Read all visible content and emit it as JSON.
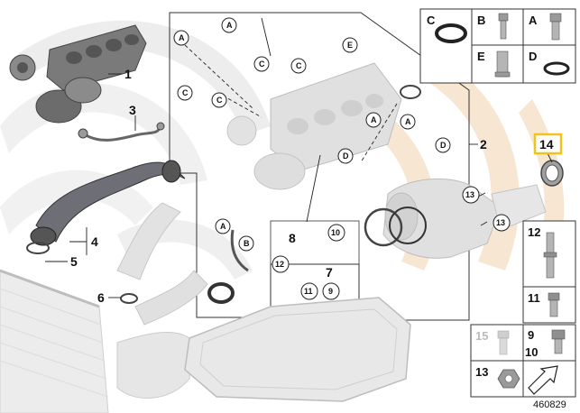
{
  "diagram": {
    "reference_number": "460829",
    "highlight_color": "#f0c419",
    "callouts": {
      "c1": "1",
      "c2": "2",
      "c3": "3",
      "c4": "4",
      "c5": "5",
      "c6": "6",
      "c7": "7",
      "c8": "8",
      "c9": "9",
      "c10": "10",
      "c11": "11",
      "c12": "12",
      "c13a": "13",
      "c13b": "13",
      "c14": "14"
    },
    "letter_markers": {
      "a1": "A",
      "a2": "A",
      "a3": "A",
      "a4": "A",
      "a5": "A",
      "b1": "B",
      "c1": "C",
      "c2": "C",
      "c3": "C",
      "c4": "C",
      "d1": "D",
      "d2": "D",
      "e1": "E"
    },
    "legend": {
      "c": "C",
      "b": "B",
      "a": "A",
      "e": "E",
      "d": "D"
    },
    "hardware_tiles": {
      "t12": "12",
      "t11": "11",
      "t15": "15",
      "t9": "9",
      "t10": "10",
      "t13": "13"
    }
  }
}
